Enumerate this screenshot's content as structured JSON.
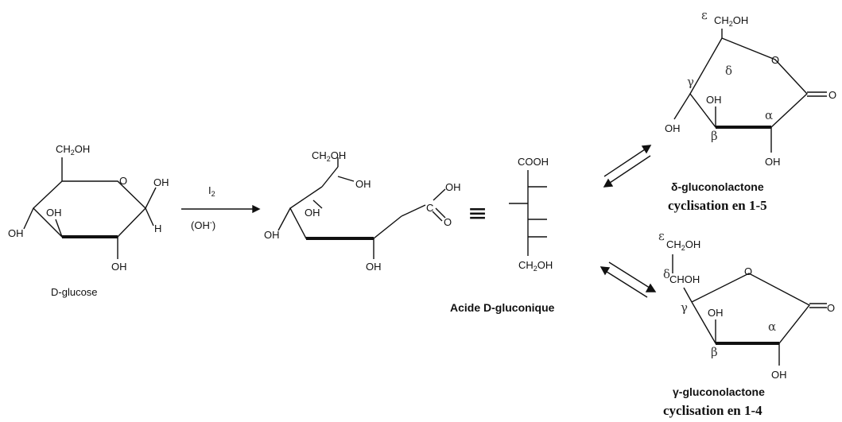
{
  "glucose": {
    "name": "D-glucose",
    "ch2oh": "CH2OH",
    "oh": "OH",
    "h": "H"
  },
  "reagent": {
    "top": "I2",
    "bottom": "(OH-)"
  },
  "open_chain": {
    "ch2oh": "CH2OH",
    "oh": "OH",
    "o": "O",
    "c": "C"
  },
  "fischer": {
    "top": "COOH",
    "bottom": "CH2OH",
    "name": "Acide D-gluconique"
  },
  "equiv_symbol": "≡",
  "delta_lactone": {
    "name": "δ-gluconolactone",
    "caption": "cyclisation en 1-5",
    "ch2oh": "CH2OH",
    "oh": "OH",
    "o": "O",
    "greek": {
      "epsilon": "ε",
      "delta": "δ",
      "gamma": "γ",
      "beta": "β",
      "alpha": "α"
    }
  },
  "gamma_lactone": {
    "name": "γ-gluconolactone",
    "caption": "cyclisation en 1-4",
    "ch2oh": "CH2OH",
    "chohh": "CHOH",
    "oh": "OH",
    "o": "O",
    "greek": {
      "epsilon": "ε",
      "delta": "δ",
      "gamma": "γ",
      "beta": "β",
      "alpha": "α"
    }
  }
}
